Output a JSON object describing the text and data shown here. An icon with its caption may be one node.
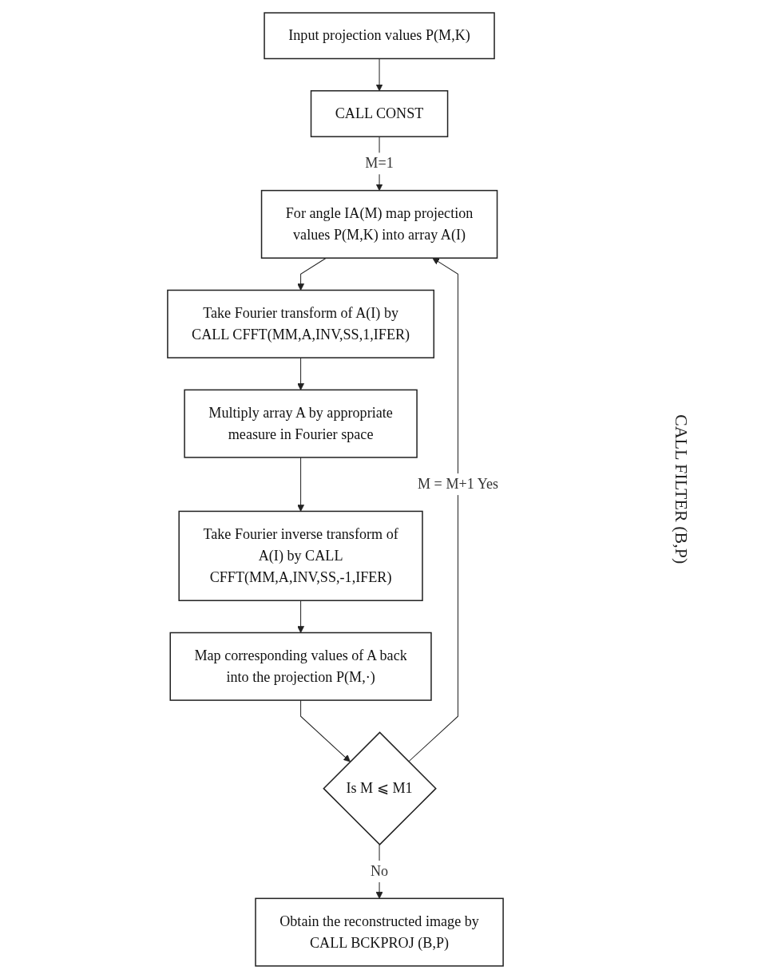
{
  "diagram": {
    "nodes": [
      {
        "text": [
          "Input projection values P(M,K)"
        ]
      },
      {
        "text": [
          "CALL CONST"
        ]
      },
      {
        "text": [
          "For angle IA(M) map projection values P(M,K) into array A(I)"
        ]
      },
      {
        "text": [
          "Take Fourier transform of A(I) by CALL CFFT(MM,A,INV,SS,1,IFER)"
        ]
      },
      {
        "text": [
          "Multiply array A by appropriate measure in Fourier space"
        ]
      },
      {
        "text": [
          "Take Fourier inverse transform of A(I) by CALL CFFT(MM,A,INV,SS,-1,IFER)"
        ]
      },
      {
        "text": [
          "Map corresponding values of A back into the projection P(M,·)"
        ]
      },
      {
        "text": [
          "Is M ⩽ M1"
        ]
      },
      {
        "text": [
          "Obtain the reconstructed image by CALL BCKPROJ (B,P)"
        ]
      }
    ],
    "edges": [
      {
        "from": 0,
        "to": 1,
        "arrow": "to"
      },
      {
        "from": 1,
        "to": 2,
        "arrow": "to",
        "label": "M=1"
      },
      {
        "from": 2,
        "to": 3,
        "arrow": "to"
      },
      {
        "from": 3,
        "to": 4,
        "arrow": "to"
      },
      {
        "from": 4,
        "to": 5,
        "arrow": "to"
      },
      {
        "from": 5,
        "to": 6,
        "arrow": "to"
      },
      {
        "from": 6,
        "to": 7,
        "arrow": "to"
      },
      {
        "from": 7,
        "to": 2,
        "arrow": "to",
        "label": "M = M+1 Yes"
      },
      {
        "from": 7,
        "to": 8,
        "arrow": "to",
        "label": "No"
      }
    ],
    "labels": [
      "CALL FILTER (B,P)"
    ]
  }
}
